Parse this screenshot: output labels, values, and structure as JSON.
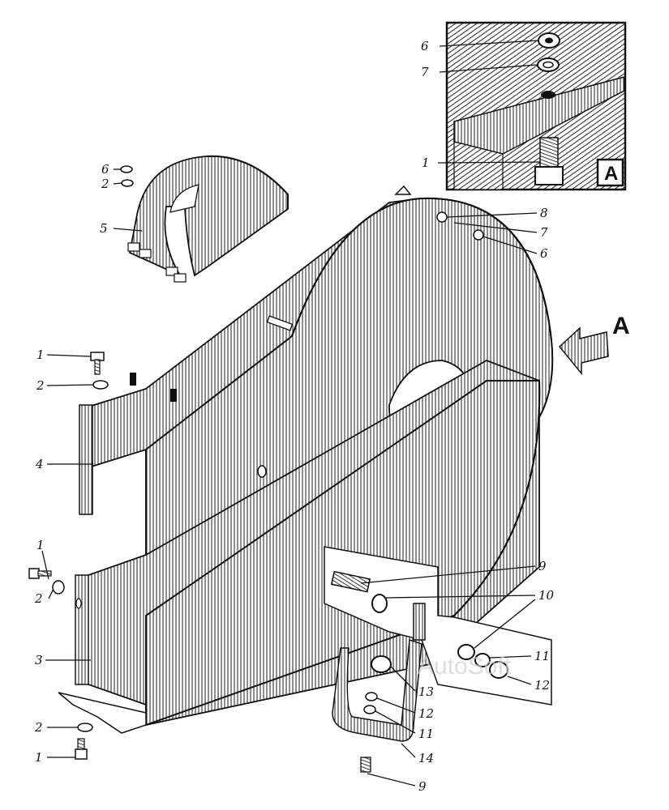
{
  "inset": {
    "label": "A",
    "callouts": [
      "6",
      "7",
      "1"
    ]
  },
  "view_arrow": {
    "label": "A"
  },
  "callouts_left": [
    "6",
    "2",
    "5",
    "1",
    "2",
    "4",
    "1",
    "2",
    "3",
    "2",
    "1"
  ],
  "callouts_right": [
    "8",
    "7",
    "6"
  ],
  "callouts_bracket": [
    "9",
    "10",
    "11",
    "12",
    "13",
    "12",
    "11",
    "14",
    "9"
  ],
  "watermark": "AutoSoft",
  "colors": {
    "ink": "#111111",
    "paper": "#ffffff"
  }
}
